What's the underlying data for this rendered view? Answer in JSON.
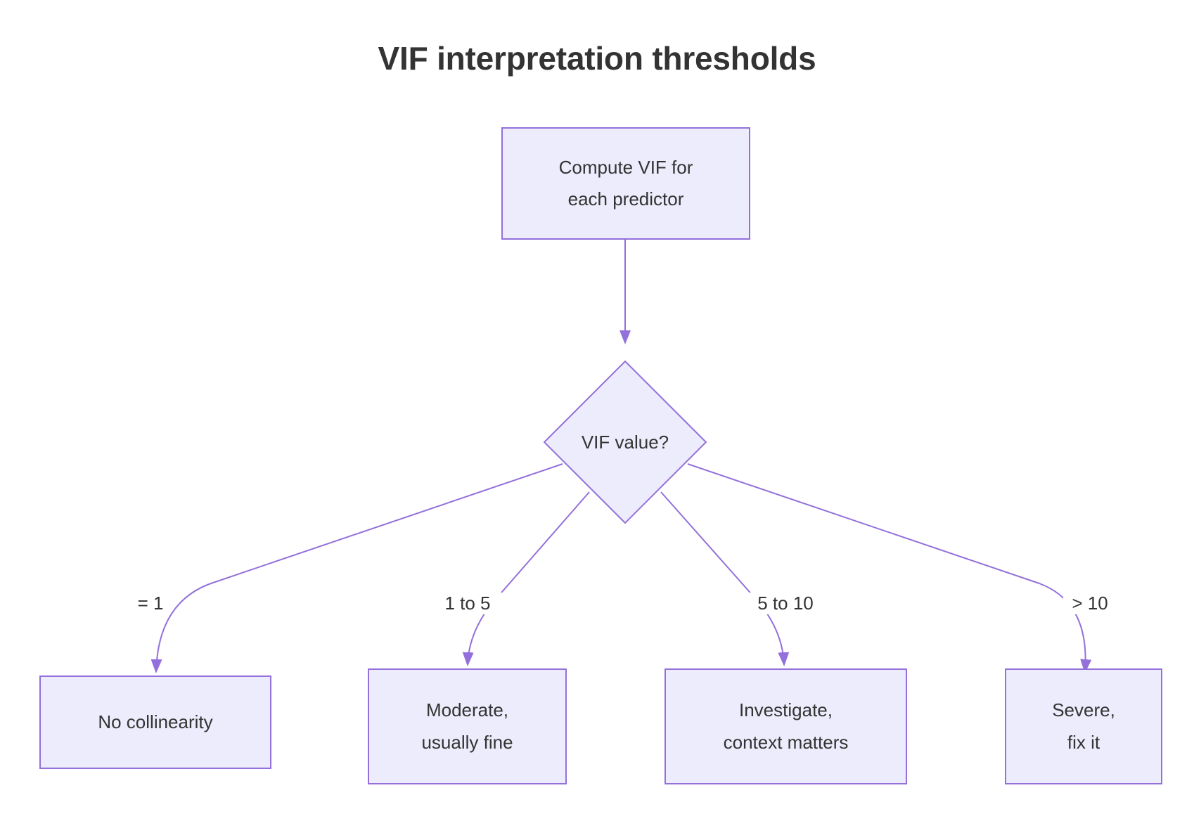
{
  "diagram": {
    "title": "VIF interpretation thresholds",
    "type": "flowchart",
    "colors": {
      "node_fill": "#ececfc",
      "node_stroke": "#9370db",
      "edge_stroke": "#9370db",
      "text": "#333333",
      "background": "#ffffff"
    },
    "nodes": [
      {
        "id": "compute",
        "shape": "rect",
        "text": "Compute VIF for\neach predictor"
      },
      {
        "id": "decision",
        "shape": "diamond",
        "text": "VIF value?"
      },
      {
        "id": "none",
        "shape": "rect",
        "text": "No collinearity"
      },
      {
        "id": "moderate",
        "shape": "rect",
        "text": "Moderate,\nusually fine"
      },
      {
        "id": "investigate",
        "shape": "rect",
        "text": "Investigate,\ncontext matters"
      },
      {
        "id": "severe",
        "shape": "rect",
        "text": "Severe,\nfix it"
      }
    ],
    "edges": [
      {
        "from": "compute",
        "to": "decision",
        "label": ""
      },
      {
        "from": "decision",
        "to": "none",
        "label": "= 1"
      },
      {
        "from": "decision",
        "to": "moderate",
        "label": "1 to 5"
      },
      {
        "from": "decision",
        "to": "investigate",
        "label": "5 to 10"
      },
      {
        "from": "decision",
        "to": "severe",
        "label": "> 10"
      }
    ]
  }
}
